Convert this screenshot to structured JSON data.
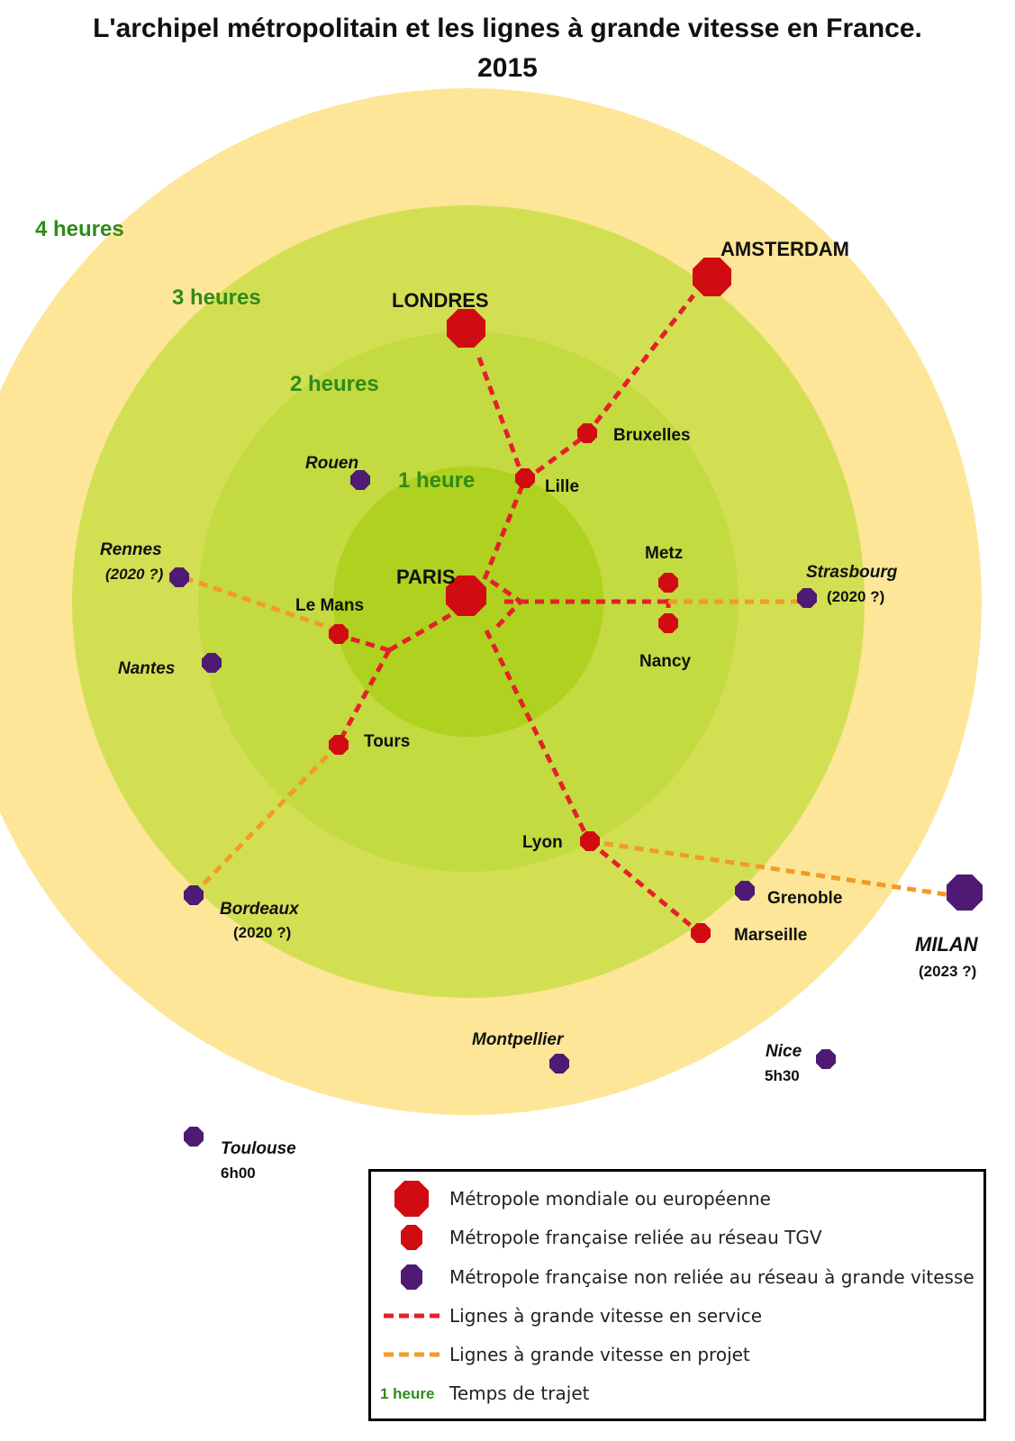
{
  "title": {
    "line1": "L'archipel métropolitain et les lignes à grande vitesse en France.",
    "line2": "2015"
  },
  "colors": {
    "zone_4h": "#fde697",
    "zone_3h": "#d3df53",
    "zone_2h": "#c3da41",
    "zone_1h": "#afd11f",
    "metropole": "#d10b12",
    "non_reliee": "#4e1a73",
    "lgv_service": "#e4202a",
    "lgv_projet": "#f39a27",
    "zone_label": "#2e8b1a"
  },
  "zones": [
    {
      "id": "4h",
      "label": "4 heures"
    },
    {
      "id": "3h",
      "label": "3 heures"
    },
    {
      "id": "2h",
      "label": "2 heures"
    },
    {
      "id": "1h",
      "label": "1 heure"
    }
  ],
  "cities": {
    "paris": {
      "name": "PARIS",
      "type": "metropole-mondiale"
    },
    "londres": {
      "name": "LONDRES",
      "type": "metropole-mondiale"
    },
    "amsterdam": {
      "name": "AMSTERDAM",
      "type": "metropole-mondiale"
    },
    "bruxelles": {
      "name": "Bruxelles",
      "type": "metropole-tgv"
    },
    "lille": {
      "name": "Lille",
      "type": "metropole-tgv"
    },
    "metz": {
      "name": "Metz",
      "type": "metropole-tgv"
    },
    "nancy": {
      "name": "Nancy",
      "type": "metropole-tgv"
    },
    "le_mans": {
      "name": "Le Mans",
      "type": "metropole-tgv"
    },
    "tours": {
      "name": "Tours",
      "type": "metropole-tgv"
    },
    "lyon": {
      "name": "Lyon",
      "type": "metropole-tgv"
    },
    "marseille": {
      "name": "Marseille",
      "type": "metropole-tgv"
    },
    "rouen": {
      "name": "Rouen",
      "type": "non-reliee"
    },
    "rennes": {
      "name": "Rennes",
      "note": "(2020 ?)",
      "type": "non-reliee"
    },
    "nantes": {
      "name": "Nantes",
      "type": "non-reliee"
    },
    "strasbourg": {
      "name": "Strasbourg",
      "note": "(2020 ?)",
      "type": "non-reliee"
    },
    "bordeaux": {
      "name": "Bordeaux",
      "note": "(2020 ?)",
      "type": "non-reliee"
    },
    "grenoble": {
      "name": "Grenoble",
      "type": "non-reliee"
    },
    "milan": {
      "name": "MILAN",
      "note": "(2023 ?)",
      "type": "metropole-mondiale-non-reliee"
    },
    "montpellier": {
      "name": "Montpellier",
      "type": "non-reliee"
    },
    "nice": {
      "name": "Nice",
      "note": "5h30",
      "type": "non-reliee"
    },
    "toulouse": {
      "name": "Toulouse",
      "note": "6h00",
      "type": "non-reliee"
    }
  },
  "lines": {
    "en_service": [
      "Paris–Lille",
      "Lille–Londres",
      "Lille–Bruxelles",
      "Bruxelles–Amsterdam",
      "Paris–Le Mans",
      "Paris–Tours",
      "Paris–Lyon",
      "Lyon–Marseille",
      "Paris–Metz/Nancy"
    ],
    "en_projet": [
      "Le Mans–Rennes",
      "Tours–Bordeaux",
      "Metz/Nancy–Strasbourg",
      "Lyon–Milan"
    ]
  },
  "legend": {
    "items": [
      {
        "symbol": "metropole-large",
        "label": "Métropole mondiale ou européenne"
      },
      {
        "symbol": "metropole-small",
        "label": "Métropole française reliée au réseau TGV"
      },
      {
        "symbol": "non-reliee",
        "label": "Métropole française non reliée au réseau à grande vitesse"
      },
      {
        "symbol": "line-service",
        "label": "Lignes à grande vitesse en service"
      },
      {
        "symbol": "line-projet",
        "label": "Lignes à grande vitesse en projet"
      },
      {
        "symbol": "time",
        "sample": "1 heure",
        "label": "Temps de trajet"
      }
    ]
  }
}
